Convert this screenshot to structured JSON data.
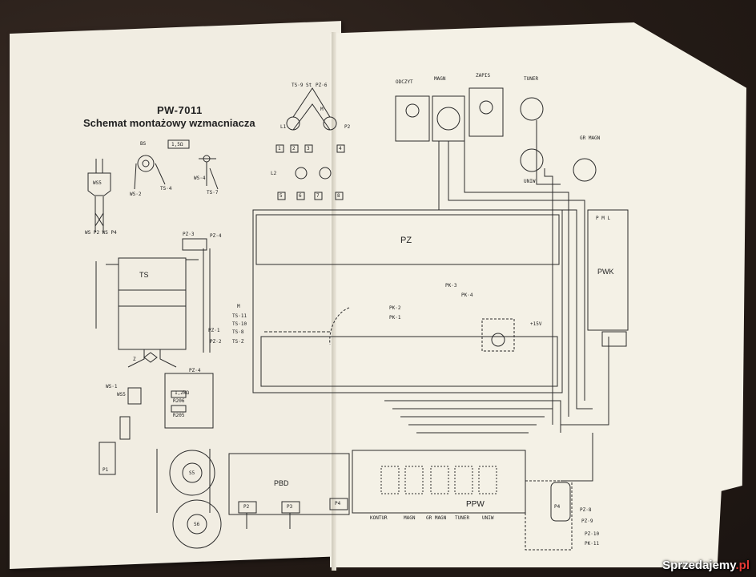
{
  "document": {
    "model": "PW-7011",
    "subtitle": "Schemat montażowy wzmacniacza"
  },
  "left_labels": {
    "ws_plug": "WS5",
    "ws_plug_pins": "WS P2 WS P4",
    "bs": "BS",
    "resistor": "1,5Ω",
    "ts4": "TS·4",
    "ws2": "WS·2",
    "ts7": "TS·7",
    "ws4": "WS·4",
    "ts": "TS",
    "pz3": "PZ·3",
    "pz4": "PZ·4",
    "pz2": "PZ·2",
    "pz1": "PZ·1",
    "z": "Z",
    "ws5b": "WS5",
    "ws1": "WS·1",
    "p1": "P1",
    "s5": "S5",
    "s6": "S6",
    "pbd": "PBD",
    "p2": "P2",
    "p3": "P3",
    "p4": "P4",
    "pz4b": "PZ·4",
    "r206": "R206",
    "r205": "R205",
    "r210": "1,2kΩ"
  },
  "connector_labels": {
    "ts9": "TS·9",
    "st": "St",
    "pz6": "PZ·6",
    "l1": "L1",
    "p2": "P2",
    "l2": "L2",
    "m": "M",
    "nums_top": [
      "1",
      "2",
      "3",
      "4"
    ],
    "nums_bottom": [
      "5",
      "6",
      "7",
      "8"
    ]
  },
  "right_labels": {
    "odczyt": "ODCZYT",
    "magn": "MAGN",
    "zapis": "ZAPIS",
    "tuner": "TUNER",
    "uniw": "UNIW",
    "gr_magn": "GR MAGN",
    "pwk": "PWK",
    "pwk_pins": "P M L",
    "plus15v": "+15V",
    "ppw": "PPW",
    "ppw_labels": [
      "KONTUR",
      "MAGN",
      "GR MAGN",
      "TUNER",
      "UNIW"
    ],
    "p4": "P4",
    "pz8": "PZ·8",
    "pz9": "PZ·9",
    "pz10": "PZ·10",
    "pk11": "PK·11",
    "pk3": "PK·3",
    "pk4": "PK·4",
    "pk2": "PK·2",
    "pk1": "PK·1"
  },
  "board": {
    "pz": "PZ",
    "pins_left": [
      "M",
      "TS·11",
      "TS·10",
      "TS·8",
      "TS·Z"
    ]
  },
  "watermark": {
    "text": "Sprzedajemy",
    "tld": ".pl"
  },
  "colors": {
    "paper": "#f1ede2",
    "ink": "#222222",
    "background": "#2a211c"
  }
}
